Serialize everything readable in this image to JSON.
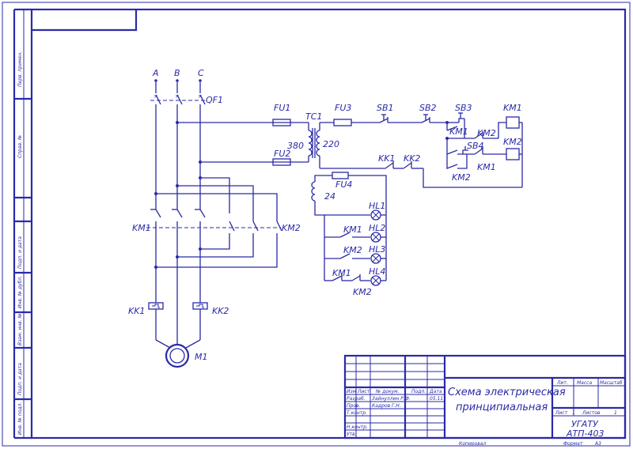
{
  "phases": [
    "A",
    "B",
    "C"
  ],
  "breaker": "QF1",
  "fuses": [
    "FU1",
    "FU2",
    "FU3",
    "FU4"
  ],
  "transformer": "TC1",
  "voltages": {
    "primary": "380",
    "secondary": "220",
    "aux": "24"
  },
  "buttons": [
    "SB1",
    "SB2",
    "SB3",
    "SB4"
  ],
  "coils": [
    "KM1",
    "KM2"
  ],
  "contacts": {
    "km1": "KM1",
    "km2": "KM2",
    "kk1": "KK1",
    "kk2": "KK2"
  },
  "lamps": [
    "HL1",
    "HL2",
    "HL3",
    "HL4"
  ],
  "motor": "M1",
  "side_stamps": [
    "Перв. примен.",
    "Справ. №",
    "Подп. и дата",
    "Инв. № дубл.",
    "Взам. инв. №",
    "Подп. и дата",
    "Инв. № подл."
  ],
  "title_block": {
    "title_line1": "Схема электрическая",
    "title_line2": "принципиальная",
    "org": "УГАТУ",
    "code": "АТП-403",
    "head_cols": [
      "Изм",
      "Лист",
      "№ докум.",
      "Подп.",
      "Дата"
    ],
    "roles": [
      "Разраб.",
      "Пров.",
      "Т.контр.",
      "",
      "Н.контр.",
      "Утв."
    ],
    "names": [
      "Зайнуллин Р.Ф.",
      "Кадров Г.Н."
    ],
    "date": "05.11",
    "lit": "Лит.",
    "mass": "Масса",
    "scale": "Масштаб",
    "sheet": "Лист",
    "sheet_no": "1",
    "sheets": "Листов",
    "sheets_no": "1",
    "copied": "Копировал",
    "format": "Формат",
    "format_val": "А3"
  }
}
